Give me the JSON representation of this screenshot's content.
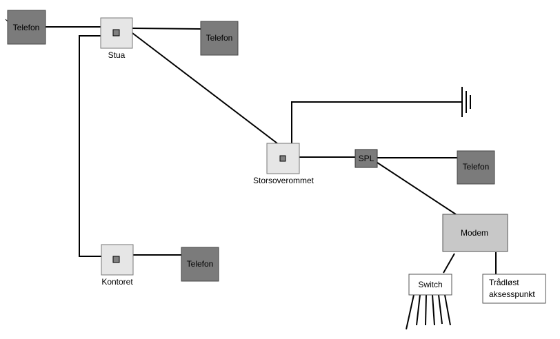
{
  "diagram": {
    "nodes": {
      "telefon_topleft": "Telefon",
      "telefon_top": "Telefon",
      "telefon_right": "Telefon",
      "telefon_bottom": "Telefon",
      "stua": "Stua",
      "storsoverommet": "Storsoverommet",
      "kontoret": "Kontoret",
      "spl": "SPL",
      "modem": "Modem",
      "switch": "Switch",
      "access_point_line1": "Trådløst",
      "access_point_line2": "aksesspunkt"
    },
    "colors": {
      "phone_fill": "#7b7b7b",
      "socket_fill": "#e6e6e6",
      "socket_dot": "#808080",
      "modem_fill": "#c8c8c8",
      "box_fill": "#ffffff",
      "line": "#000000"
    }
  }
}
